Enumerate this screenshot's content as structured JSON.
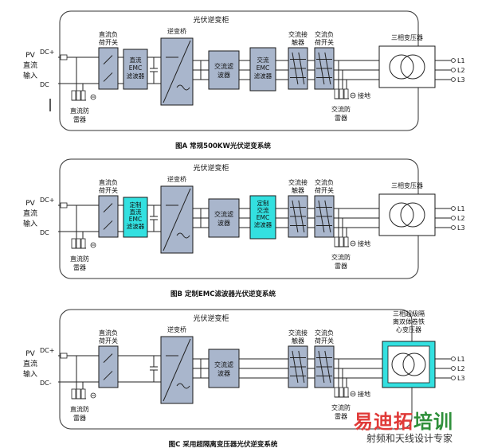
{
  "diagrams": [
    {
      "cabinet": "光伏逆变柜",
      "pv": [
        "PV",
        "直流",
        "输入"
      ],
      "dcp": "DC+",
      "dcn": "DC",
      "dc_switch": [
        "直流负",
        "荷开关"
      ],
      "dc_emc": [
        "直流",
        "EMC",
        "滤波器"
      ],
      "inverter": "逆变桥",
      "ac_filter": [
        "交流滤",
        "波器"
      ],
      "ac_emc": [
        "交流",
        "EMC",
        "滤波器"
      ],
      "ac_contactor": [
        "交流接",
        "触器"
      ],
      "ac_switch": [
        "交流负",
        "荷开关"
      ],
      "transformer": "三相变压器",
      "l1": "L1",
      "l2": "L2",
      "l3": "L3",
      "dc_spd": [
        "直流防",
        "雷器"
      ],
      "ac_spd": [
        "交流防",
        "雷器"
      ],
      "ground": "接地",
      "caption": "图A  常规500KW光伏逆变系统"
    },
    {
      "cabinet": "光伏逆变柜",
      "pv": [
        "PV",
        "直流",
        "输入"
      ],
      "dcp": "DC+",
      "dcn": "DC",
      "dc_switch": [
        "直流负",
        "荷开关"
      ],
      "dc_emc": [
        "定制",
        "直流",
        "EMC",
        "滤波器"
      ],
      "inverter": "逆变桥",
      "ac_filter": [
        "交流滤",
        "波器"
      ],
      "ac_emc": [
        "定制",
        "交流",
        "EMC",
        "滤波器"
      ],
      "ac_contactor": [
        "交流接",
        "触器"
      ],
      "ac_switch": [
        "交流负",
        "荷开关"
      ],
      "transformer": "三相变压器",
      "l1": "L1",
      "l2": "L2",
      "l3": "L3",
      "dc_spd": [
        "直流防",
        "雷器"
      ],
      "ac_spd": [
        "交流防",
        "雷器"
      ],
      "ground": "接地",
      "caption": "图B  定制EMC滤波器光伏逆变系统"
    },
    {
      "cabinet": "光伏逆变柜",
      "pv": [
        "PV",
        "直流",
        "输入"
      ],
      "dcp": "DC+",
      "dcn": "DC-",
      "dc_switch": [
        "直流负",
        "荷开关"
      ],
      "inverter": "逆变桥",
      "ac_filter": [
        "交流滤",
        "波器"
      ],
      "ac_contactor": [
        "交流接",
        "触器"
      ],
      "ac_switch": [
        "交流负",
        "荷开关"
      ],
      "transformer": [
        "三相超級隔",
        "离双体卷铁",
        "心变压器"
      ],
      "l1": "L1",
      "l2": "L2",
      "l3": "L3",
      "dc_spd": [
        "直流防",
        "雷器"
      ],
      "ac_spd": [
        "交流防",
        "雷器"
      ],
      "ground": "接地",
      "caption": "图C  采用超隔离变压器光伏逆变系统"
    }
  ],
  "watermark": {
    "brand_a": "易迪拓",
    "brand_b": "培训",
    "tagline": "射频和天线设计专家"
  },
  "colors": {
    "box_fill": "#a9b6cc",
    "box_stroke": "#1a1a1a",
    "highlight_fill": "#33e0e0",
    "line": "#222222",
    "cabinet": "#333333"
  }
}
